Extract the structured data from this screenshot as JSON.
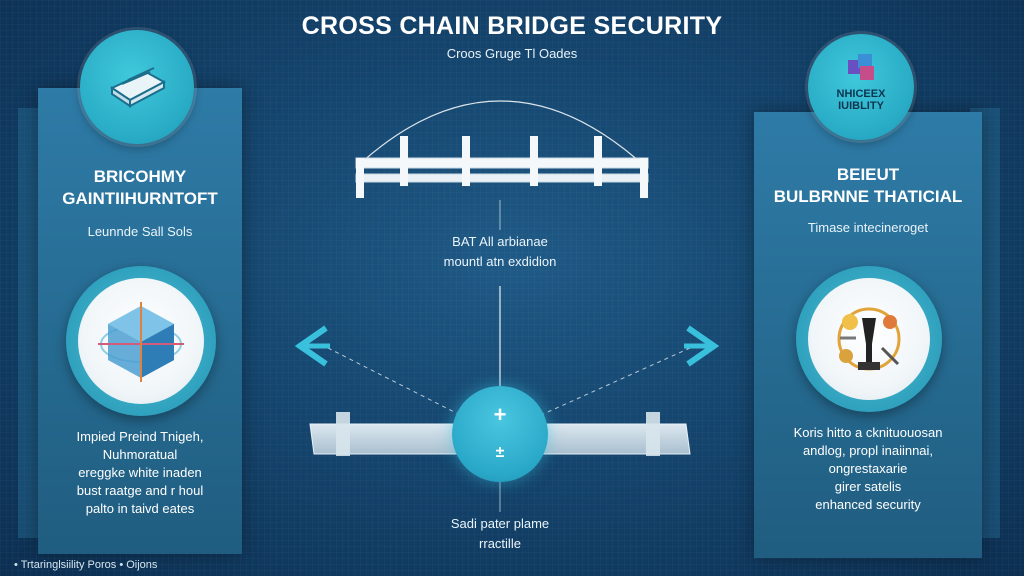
{
  "header": {
    "title": "CROSS CHAIN BRIDGE SECURITY",
    "subtitle": "Croos Gruge Tl Oades"
  },
  "left_panel": {
    "heading_line1": "BRICOHMY",
    "heading_line2": "GAINTIIHURNTOFT",
    "small_text": "Leunnde Sall Sols",
    "body_lines": [
      "Impied Preind Tnigeh,",
      "Nuhmoratual",
      "ereggke white inaden",
      "bust raatge and r houl",
      "palto in taivd eates"
    ]
  },
  "right_panel": {
    "badge_text_line1": "NHICEEX",
    "badge_text_line2": "IUIBLITY",
    "heading_line1": "BEIEUT",
    "heading_line2": "BULBRNNE THATICIAL",
    "small_text": "Timase intecineroget",
    "body_lines": [
      "Koris hitto a cknituouosan",
      "andlog, propl inaiinnai,",
      "ongrestaxarie",
      "girer satelis",
      "enhanced security"
    ]
  },
  "center": {
    "top_label_line1": "BAT All arbianae",
    "top_label_line2": "mountl atn exdidion",
    "bottom_label_line1": "Sadi pater plame",
    "bottom_label_line2": "rractille",
    "plus_symbol": "+",
    "minus_symbol": "±"
  },
  "footer": {
    "text": "• Trtaringlsiility Poros • Oijons"
  },
  "colors": {
    "background": "#154770",
    "panel": "#2e7ba7",
    "accent_cyan": "#2aa8c8",
    "arrow_cyan": "#39c0dc"
  },
  "icons": {
    "left_badge": "stacked-cards-icon",
    "left_image": "blockchain-cube-icon",
    "right_badge": "cube-stack-icon",
    "right_image": "tools-security-icon",
    "left_arrow": "arrow-left-icon",
    "right_arrow": "arrow-right-icon"
  }
}
